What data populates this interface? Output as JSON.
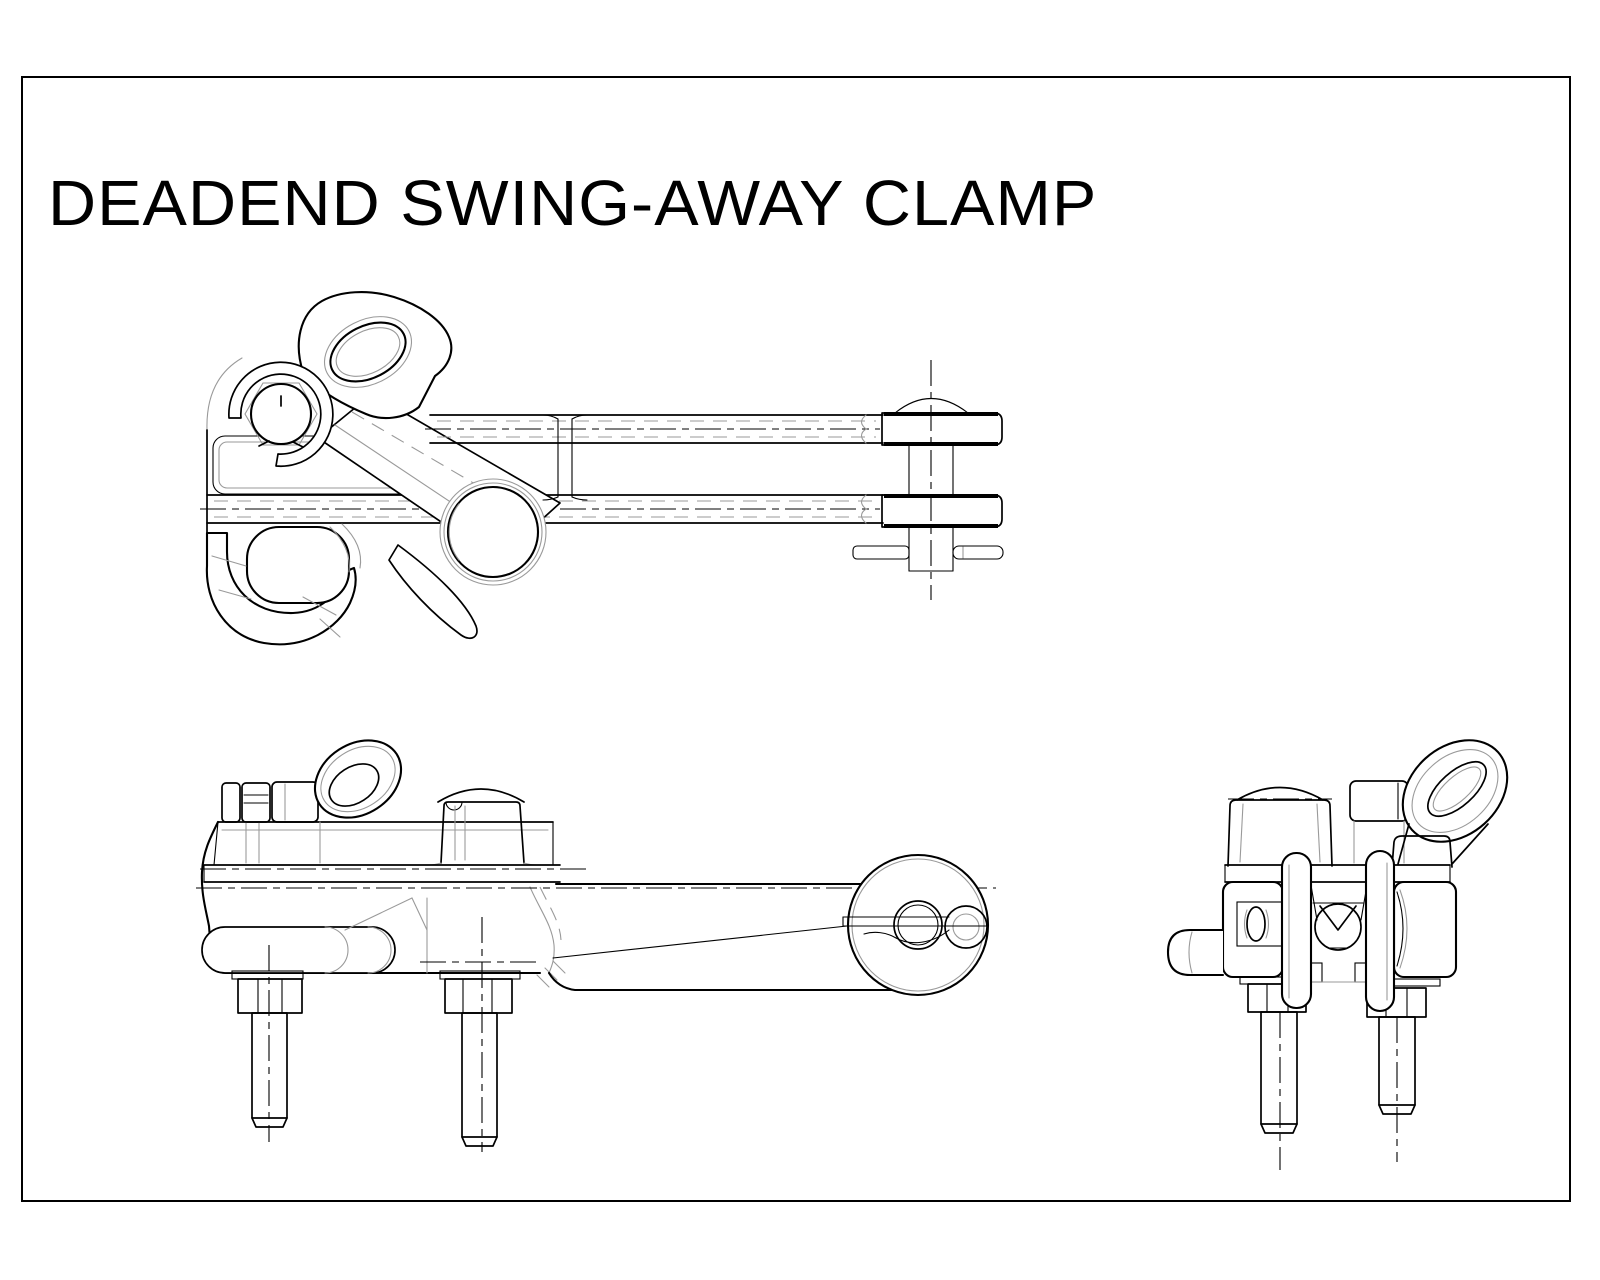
{
  "sheet": {
    "background": "#ffffff",
    "border_color": "#000000"
  },
  "title": {
    "text": "DEADEND SWING-AWAY CLAMP"
  },
  "drawing": {
    "line_color": "#000000",
    "secondary_line_color": "#9a9a9a",
    "views": [
      {
        "id": "top-view"
      },
      {
        "id": "front-view"
      },
      {
        "id": "side-view"
      }
    ]
  }
}
